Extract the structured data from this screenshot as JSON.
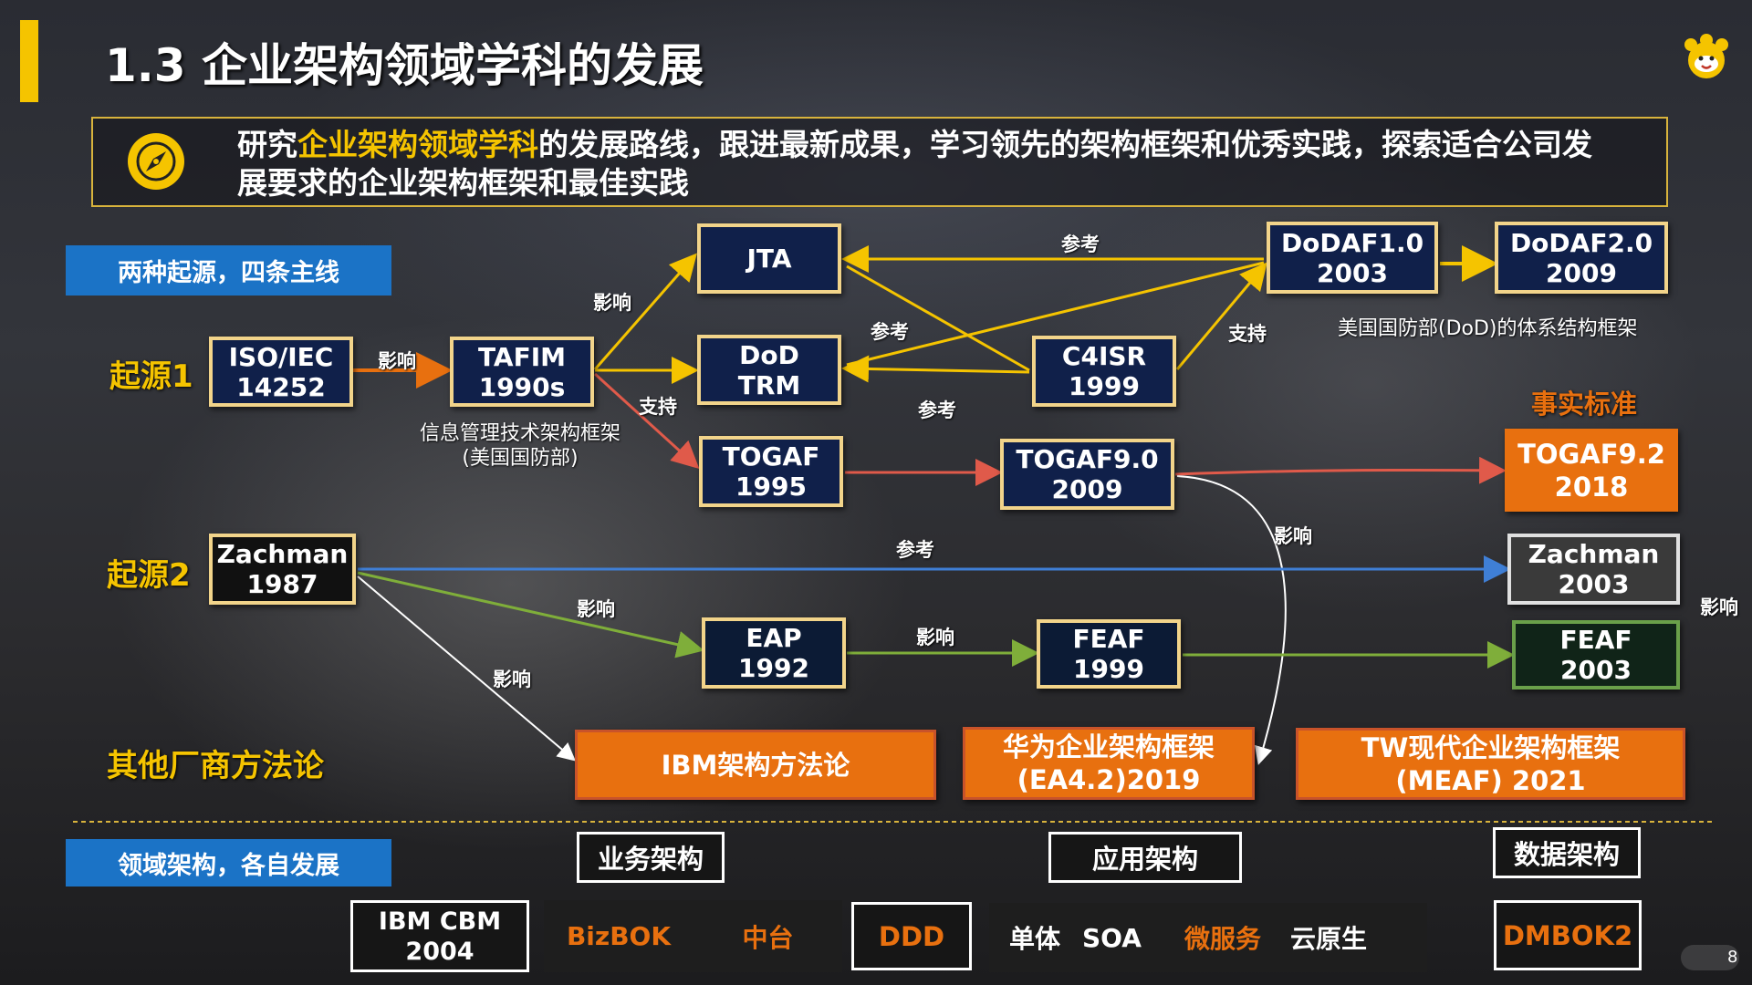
{
  "slide": {
    "title": "1.3 企业架构领域学科的发展",
    "page_number": "8",
    "accent_color": "#f5c400",
    "orange_color": "#e8700f",
    "blue_color": "#1b73c6"
  },
  "banner": {
    "text_before": "研究",
    "highlight": "企业架构领域学科",
    "text_after": "的发展路线，跟进最新成果，学习领先的架构框架和优秀实践，探索适合公司发展要求的企业架构框架和最佳实践"
  },
  "section_tags": {
    "origins": "两种起源，四条主线",
    "domains": "领域架构，各自发展"
  },
  "row_labels": {
    "origin1": "起源1",
    "origin2": "起源2",
    "vendors": "其他厂商方法论",
    "de_facto": "事实标准"
  },
  "boxes": {
    "iso": [
      "ISO/IEC",
      "14252"
    ],
    "tafim": [
      "TAFIM",
      "1990s"
    ],
    "jta": [
      "JTA"
    ],
    "dodtrm": [
      "DoD",
      "TRM"
    ],
    "togaf": [
      "TOGAF",
      "1995"
    ],
    "c4isr": [
      "C4ISR",
      "1999"
    ],
    "dodaf1": [
      "DoDAF1.0",
      "2003"
    ],
    "dodaf2": [
      "DoDAF2.0",
      "2009"
    ],
    "togaf9": [
      "TOGAF9.0",
      "2009"
    ],
    "togaf92": [
      "TOGAF9.2",
      "2018"
    ],
    "zach1987": [
      "Zachman",
      "1987"
    ],
    "zach2003": [
      "Zachman",
      "2003"
    ],
    "eap": [
      "EAP",
      "1992"
    ],
    "feaf1999": [
      "FEAF",
      "1999"
    ],
    "feaf2003": [
      "FEAF",
      "2003"
    ]
  },
  "vendor_boxes": {
    "ibm": "IBM架构方法论",
    "huawei": [
      "华为企业架构框架",
      "(EA4.2)2019"
    ],
    "tw": [
      "TW现代企业架构框架",
      "(MEAF)  2021"
    ]
  },
  "annotations": {
    "tafim_note": [
      "信息管理技术架构框架",
      "(美国国防部)"
    ],
    "dod_note": "美国国防部(DoD)的体系结构框架"
  },
  "edge_labels": {
    "iso_tafim": "影响",
    "tafim_jta": "影响",
    "tafim_togaf": "支持",
    "jta_dodaf": "参考",
    "c4isr_dodtrm": "参考",
    "c4isr_dodaf": "支持",
    "dodtrm_togaf9": "参考",
    "togaf9_huawei": "影响",
    "zach_ref": "参考",
    "zach_eap": "影响",
    "zach_ibm": "影响",
    "eap_feaf": "影响",
    "right_edge": "影响"
  },
  "domains": {
    "business": "业务架构",
    "application": "应用架构",
    "data": "数据架构",
    "ibm_cbm": [
      "IBM CBM",
      "2004"
    ],
    "bizbok": "BizBOK",
    "zhongtai": "中台",
    "ddd": "DDD",
    "monolith": "单体",
    "soa": "SOA",
    "microservices": "微服务",
    "cloud_native": "云原生",
    "dmbok": "DMBOK2"
  }
}
